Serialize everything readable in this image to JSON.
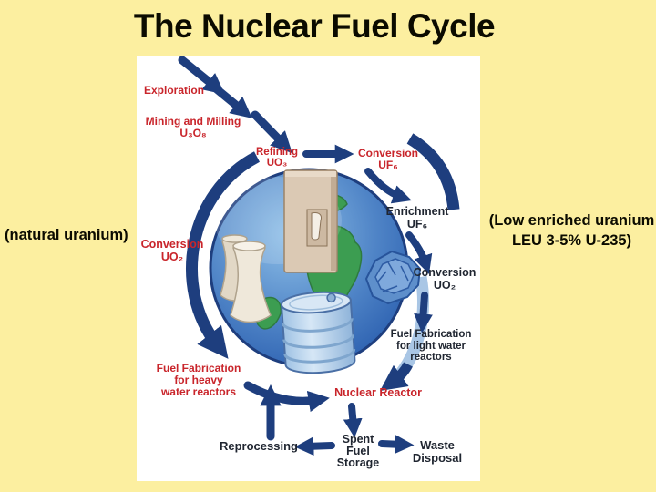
{
  "slide": {
    "title": "The Nuclear Fuel Cycle",
    "left_note": "(natural uranium)",
    "right_note": "(Low enriched uranium\nLEU 3-5% U-235)"
  },
  "diagram": {
    "labels": {
      "exploration": "Exploration",
      "mining": "Mining and Milling\nU₃O₈",
      "refining": "Refining\nUO₃",
      "conversion_uf6": "Conversion\nUF₆",
      "enrichment": "Enrichment\nUF₆",
      "conversion_uo2_right": "Conversion\nUO₂",
      "fuel_fab_light": "Fuel Fabrication\nfor light water\nreactors",
      "conversion_uo2_left": "Conversion\nUO₂",
      "fuel_fab_heavy": "Fuel Fabrication\nfor heavy\nwater reactors",
      "nuclear_reactor": "Nuclear Reactor",
      "reprocessing": "Reprocessing",
      "spent_fuel_storage": "Spent\nFuel\nStorage",
      "waste_disposal": "Waste\nDisposal"
    },
    "icons": [
      "globe-icon",
      "cycle-arrow-icons",
      "cooling-towers-icon",
      "fuel-panel-icon",
      "uranium-ore-icon",
      "fuel-drum-icon"
    ]
  },
  "colors": {
    "background": "#FCEFA0",
    "diagram_background": "#FFFFFF",
    "title_text": "#0B0B00",
    "red_label": "#C9252B",
    "dark_label": "#1F2530",
    "arrow_navy": "#1E3E7E",
    "globe_ocean": "#3A6FB8",
    "globe_land": "#3C9D51"
  }
}
